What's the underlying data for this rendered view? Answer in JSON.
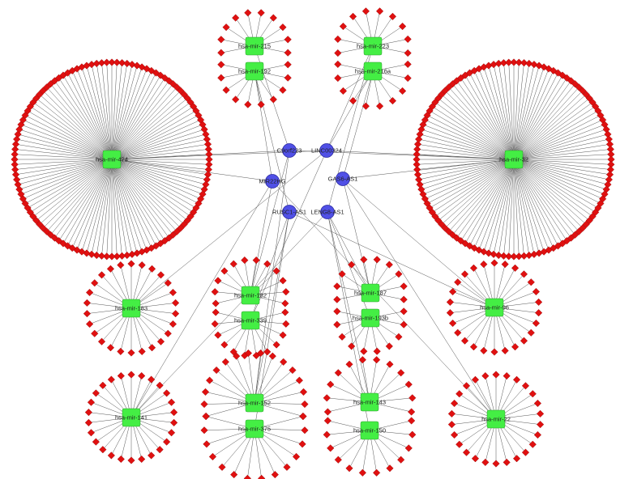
{
  "network": {
    "mirnas": [
      {
        "id": "m474",
        "label": "hsa-mir-474",
        "leaves": 120
      },
      {
        "id": "m215",
        "label": "hsa-mir-215",
        "leaves": 10
      },
      {
        "id": "m192",
        "label": "hsa-mir-192",
        "leaves": 10
      },
      {
        "id": "m223",
        "label": "hsa-mir-223",
        "leaves": 10
      },
      {
        "id": "m216a",
        "label": "hsa-mir-216a",
        "leaves": 10
      },
      {
        "id": "m32",
        "label": "hsa-mir-32",
        "leaves": 120
      },
      {
        "id": "m183",
        "label": "hsa-mir-183",
        "leaves": 26
      },
      {
        "id": "m182",
        "label": "hsa-mir-182",
        "leaves": 12
      },
      {
        "id": "m339",
        "label": "hsa-mir-339",
        "leaves": 12
      },
      {
        "id": "m187",
        "label": "hsa-mir-187",
        "leaves": 10
      },
      {
        "id": "m193b",
        "label": "hsa-mir-193b",
        "leaves": 10
      },
      {
        "id": "m96",
        "label": "hsa-mir-96",
        "leaves": 26
      },
      {
        "id": "m141",
        "label": "hsa-mir-141",
        "leaves": 26
      },
      {
        "id": "m152",
        "label": "hsa-mir-152",
        "leaves": 16
      },
      {
        "id": "m375",
        "label": "hsa-mir-375",
        "leaves": 14
      },
      {
        "id": "m143",
        "label": "hsa-mir-143",
        "leaves": 12
      },
      {
        "id": "m150",
        "label": "hsa-mir-150",
        "leaves": 12
      },
      {
        "id": "m22",
        "label": "hsa-mir-22",
        "leaves": 26
      }
    ],
    "lncrnas": [
      {
        "id": "c9",
        "label": "C9orf223"
      },
      {
        "id": "linc",
        "label": "LINC00324"
      },
      {
        "id": "mir22hg",
        "label": "MIR22HG"
      },
      {
        "id": "gas6",
        "label": "GAS6-AS1"
      },
      {
        "id": "rusc1",
        "label": "RUSC1-AS1"
      },
      {
        "id": "leng8",
        "label": "LENG8-AS1"
      }
    ],
    "links": [
      [
        "c9",
        "m474"
      ],
      [
        "c9",
        "m32"
      ],
      [
        "c9",
        "m215"
      ],
      [
        "c9",
        "m182"
      ],
      [
        "c9",
        "m152"
      ],
      [
        "linc",
        "m474"
      ],
      [
        "linc",
        "m223"
      ],
      [
        "linc",
        "m216a"
      ],
      [
        "linc",
        "m32"
      ],
      [
        "linc",
        "m183"
      ],
      [
        "linc",
        "m339"
      ],
      [
        "mir22hg",
        "m474"
      ],
      [
        "mir22hg",
        "m192"
      ],
      [
        "mir22hg",
        "m182"
      ],
      [
        "mir22hg",
        "m141"
      ],
      [
        "mir22hg",
        "m22"
      ],
      [
        "gas6",
        "m32"
      ],
      [
        "gas6",
        "m216a"
      ],
      [
        "gas6",
        "m96"
      ],
      [
        "gas6",
        "m22"
      ],
      [
        "gas6",
        "m187"
      ],
      [
        "rusc1",
        "m192"
      ],
      [
        "rusc1",
        "m152"
      ],
      [
        "rusc1",
        "m375"
      ],
      [
        "rusc1",
        "m339"
      ],
      [
        "rusc1",
        "m96"
      ],
      [
        "leng8",
        "m223"
      ],
      [
        "leng8",
        "m187"
      ],
      [
        "leng8",
        "m193b"
      ],
      [
        "leng8",
        "m143"
      ],
      [
        "leng8",
        "m150"
      ],
      [
        "leng8",
        "m141"
      ]
    ],
    "colors": {
      "mirna": "#44ee44",
      "lncrna": "#5050e6",
      "target": "#e01010",
      "edge": "#555555"
    }
  }
}
